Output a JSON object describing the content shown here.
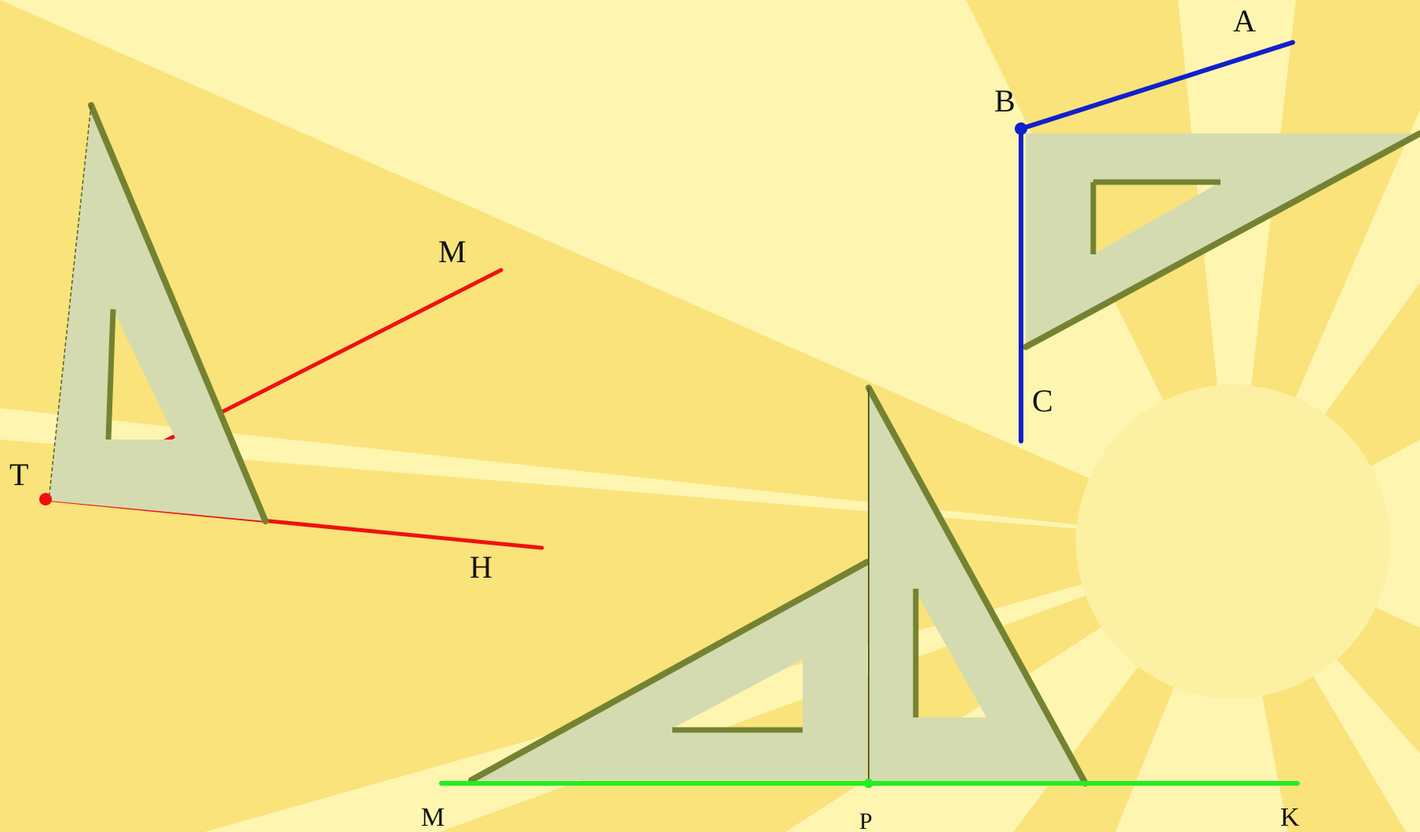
{
  "colors": {
    "background": "#fdf5b0",
    "rays": "#f9e37a",
    "sun": "#fcf0a2",
    "set_square_face": "#d4dbb0",
    "set_square_edge": "#748232",
    "red_angle": "#ee1111",
    "blue_angle": "#1020cc",
    "green_line": "#22ee22"
  },
  "labels": {
    "angle_mth": {
      "m": "M",
      "t": "T",
      "h": "H"
    },
    "angle_abc": {
      "a": "A",
      "b": "B",
      "c": "C"
    },
    "line_mpk": {
      "m": "M",
      "p": "P",
      "k": "K"
    }
  },
  "icons": {
    "set_square": "set-square-icon"
  }
}
